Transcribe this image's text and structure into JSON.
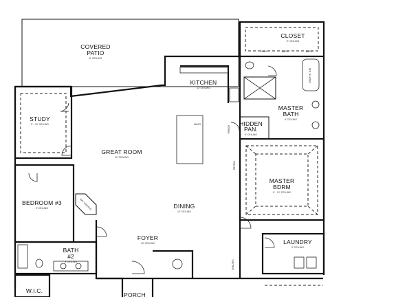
{
  "plan": {
    "rooms": {
      "covered_patio": {
        "line1": "COVERED",
        "line2": "PATIO",
        "ceiling": "8\" CEILING"
      },
      "closet": {
        "name": "CLOSET",
        "ceiling": "9\" CEILING"
      },
      "kitchen": {
        "name": "KITCHEN",
        "ceiling": "12' CEILING"
      },
      "study": {
        "name": "STUDY",
        "ceiling": "9' - 10' CEILING"
      },
      "master_bath": {
        "line1": "MASTER",
        "line2": "BATH",
        "ceiling": "9' CEILING"
      },
      "hidden_pan": {
        "line1": "HIDDEN",
        "line2": "PAN.",
        "ceiling": "9' CEILING"
      },
      "great_room": {
        "name": "GREAT ROOM",
        "ceiling": "12' CEILING"
      },
      "master_bdrm": {
        "line1": "MASTER",
        "line2": "BDRM",
        "ceiling": "9' - 12' CEILING"
      },
      "bedroom_3": {
        "name": "BEDROOM #3",
        "ceiling": "9' CEILING"
      },
      "dining": {
        "name": "DINING",
        "ceiling": "12' CEILING"
      },
      "foyer": {
        "name": "FOYER",
        "ceiling": "12' CEILING"
      },
      "laundry": {
        "name": "LAUNDRY",
        "ceiling": "9' CEILING"
      },
      "bath_2": {
        "line1": "BATH",
        "line2": "#2",
        "ceiling": "9' CEILING"
      },
      "wic": {
        "name": "W.I.C."
      },
      "porch": {
        "name": "PORCH"
      }
    },
    "notes": {
      "shelf_1": "SHELF",
      "shelf_2": "SHELF",
      "shelf_3": "SHELF",
      "wash": "WASH",
      "drop_in_tub": "DROP IN TUB",
      "fridge": "FRIDGE",
      "refrig": "REFRIG.",
      "shelves": "SHELVES",
      "bay_window": "BAY WINDOW"
    }
  }
}
